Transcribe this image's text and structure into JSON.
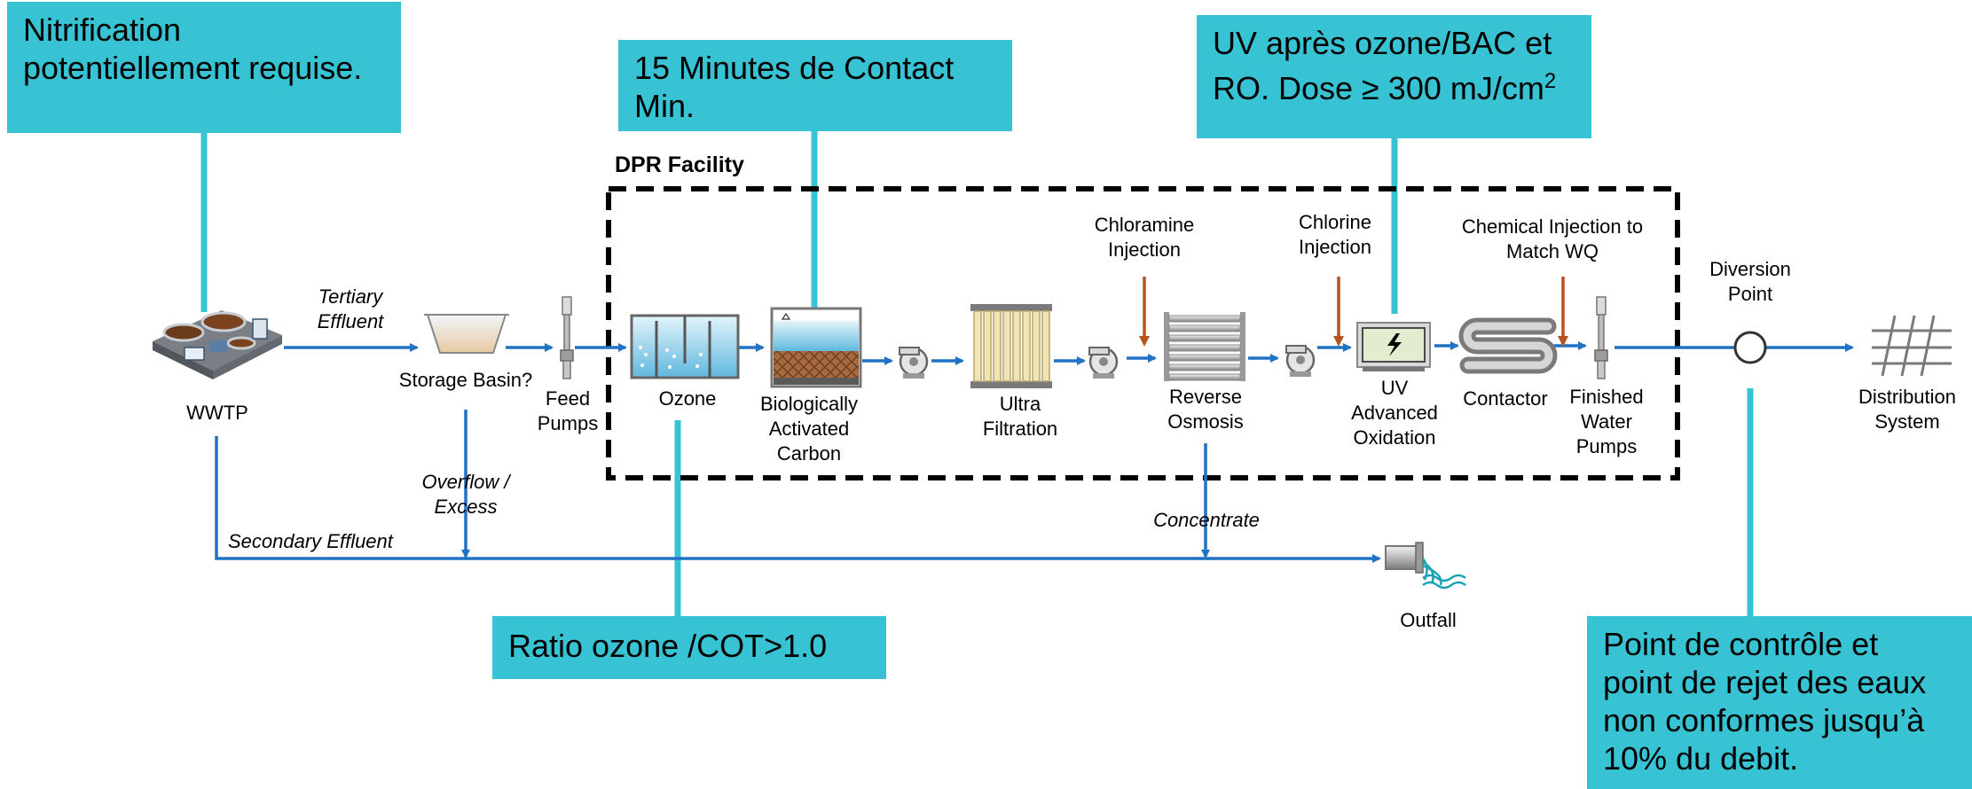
{
  "callouts": {
    "nitrification": [
      "Nitrification",
      "potentiellement requise."
    ],
    "contact": [
      "15 Minutes de Contact",
      "Min."
    ],
    "uv": [
      "UV après ozone/BAC et",
      "RO. Dose ≥ 300 mJ/cm",
      "2"
    ],
    "ratio": [
      "Ratio ozone /COT>1.0"
    ],
    "control": [
      "Point de contrôle et",
      "point de rejet des eaux",
      "non conformes jusqu’à",
      "10% du debit."
    ]
  },
  "facility_label": "DPR Facility",
  "units": {
    "wwtp": [
      "WWTP"
    ],
    "storage": [
      "Storage Basin?"
    ],
    "feed_pumps": [
      "Feed",
      "Pumps"
    ],
    "ozone": [
      "Ozone"
    ],
    "bac": [
      "Biologically",
      "Activated",
      "Carbon"
    ],
    "uf": [
      "Ultra",
      "Filtration"
    ],
    "ro": [
      "Reverse",
      "Osmosis"
    ],
    "uv_unit": [
      "UV",
      "Advanced",
      "Oxidation"
    ],
    "contactor": [
      "Contactor"
    ],
    "finished": [
      "Finished",
      "Water",
      "Pumps"
    ],
    "diversion": [
      "Diversion",
      "Point"
    ],
    "distribution": [
      "Distribution",
      "System"
    ],
    "outfall": [
      "Outfall"
    ]
  },
  "injections": {
    "chloramine": [
      "Chloramine",
      "Injection"
    ],
    "chlorine": [
      "Chlorine",
      "Injection"
    ],
    "chemical": [
      "Chemical Injection to",
      "Match WQ"
    ]
  },
  "flows": {
    "tertiary": [
      "Tertiary",
      "Effluent"
    ],
    "overflow": [
      "Overflow /",
      "Excess"
    ],
    "secondary": [
      "Secondary Effluent"
    ],
    "concentrate": [
      "Concentrate"
    ]
  },
  "colors": {
    "callout": "#37c3d3",
    "flow": "#1f72c4",
    "injection": "#b5541c",
    "facility_border": "#000000"
  }
}
